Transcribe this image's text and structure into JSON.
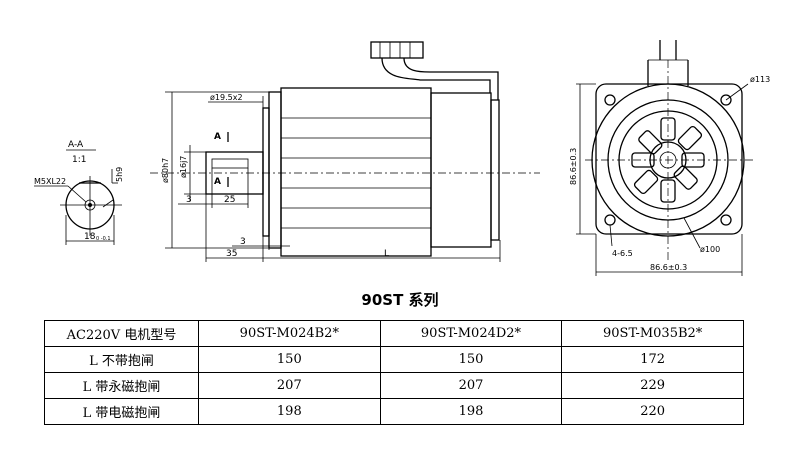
{
  "drawing": {
    "section_label": "A-A",
    "section_scale": "1:1",
    "thread_label": "M5XL22",
    "key_height": "5h9",
    "shaft_width": "18",
    "shaft_width_tol": "0\n-0.1",
    "flange_step": "ø19.5x2",
    "pilot_dia": "ø80h7",
    "shaft_dia": "ø16j7",
    "section_mark_a": "A",
    "key_offset": "3",
    "key_length": "25",
    "flange_thickness": "3",
    "shaft_length": "35",
    "body_length": "L",
    "pcd": "ø113",
    "face_height": "86.6±0.3",
    "face_width": "86.6±0.3",
    "bolt_holes": "4-6.5",
    "inner_dia": "ø100"
  },
  "series_title": "90ST 系列",
  "table": {
    "header": [
      "AC220V 电机型号",
      "90ST-M024B2*",
      "90ST-M024D2*",
      "90ST-M035B2*"
    ],
    "rows": [
      [
        "L 不带抱闸",
        "150",
        "150",
        "172"
      ],
      [
        "L 带永磁抱闸",
        "207",
        "207",
        "229"
      ],
      [
        "L 带电磁抱闸",
        "198",
        "198",
        "220"
      ]
    ]
  }
}
